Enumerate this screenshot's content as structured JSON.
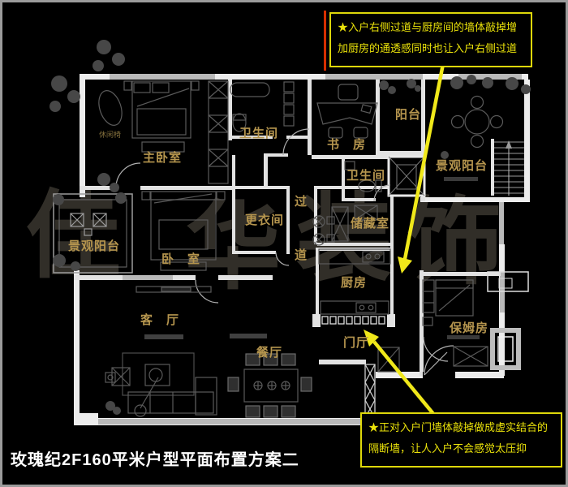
{
  "title": {
    "text": "玫瑰纪2F160平米户型平面布置方案二"
  },
  "annotations": {
    "top": {
      "line1": "★入户右侧过道与厨房间的墙体敲掉增",
      "line2": "加厨房的通透感同时也让入户右侧过道"
    },
    "bottom": {
      "line1": "★正对入户门墙体敲掉做成虚实结合的",
      "line2": "隔断墙，让人入户不会感觉太压抑"
    }
  },
  "rooms": [
    {
      "id": "master-bedroom",
      "label": "主卧室"
    },
    {
      "id": "bathroom-1",
      "label": "卫生间"
    },
    {
      "id": "study",
      "label": "书　房"
    },
    {
      "id": "balcony",
      "label": "阳台"
    },
    {
      "id": "bathroom-2",
      "label": "卫生间"
    },
    {
      "id": "view-balcony-right",
      "label": "景观阳台"
    },
    {
      "id": "dressing-room",
      "label": "更衣间"
    },
    {
      "id": "corridor-char-1",
      "label": "过"
    },
    {
      "id": "corridor-char-2",
      "label": "道"
    },
    {
      "id": "storage-room",
      "label": "储藏室"
    },
    {
      "id": "kitchen",
      "label": "厨房"
    },
    {
      "id": "view-balcony-left",
      "label": "景观阳台"
    },
    {
      "id": "bedroom",
      "label": "卧　室"
    },
    {
      "id": "living-room",
      "label": "客　厅"
    },
    {
      "id": "dining-room",
      "label": "餐厅"
    },
    {
      "id": "foyer",
      "label": "门厅"
    },
    {
      "id": "nanny-room",
      "label": "保姆房"
    }
  ],
  "small_labels": {
    "leisure_chair": "休闲椅"
  },
  "watermark": {
    "chars": [
      "佳",
      "华",
      "装",
      "饰"
    ]
  },
  "colors": {
    "background": "#000000",
    "frame": "#9b9b9b",
    "wall": "#ececec",
    "window_wall": "#b9b9b9",
    "furniture_line": "#5a5a5a",
    "room_label": "#b5954e",
    "annotation_text": "#eae20a",
    "annotation_border": "#ded70a",
    "accent_red": "#d62f00",
    "arrow": "#f0e81a",
    "title_text": "#ffffff",
    "watermark": "#312e28"
  }
}
